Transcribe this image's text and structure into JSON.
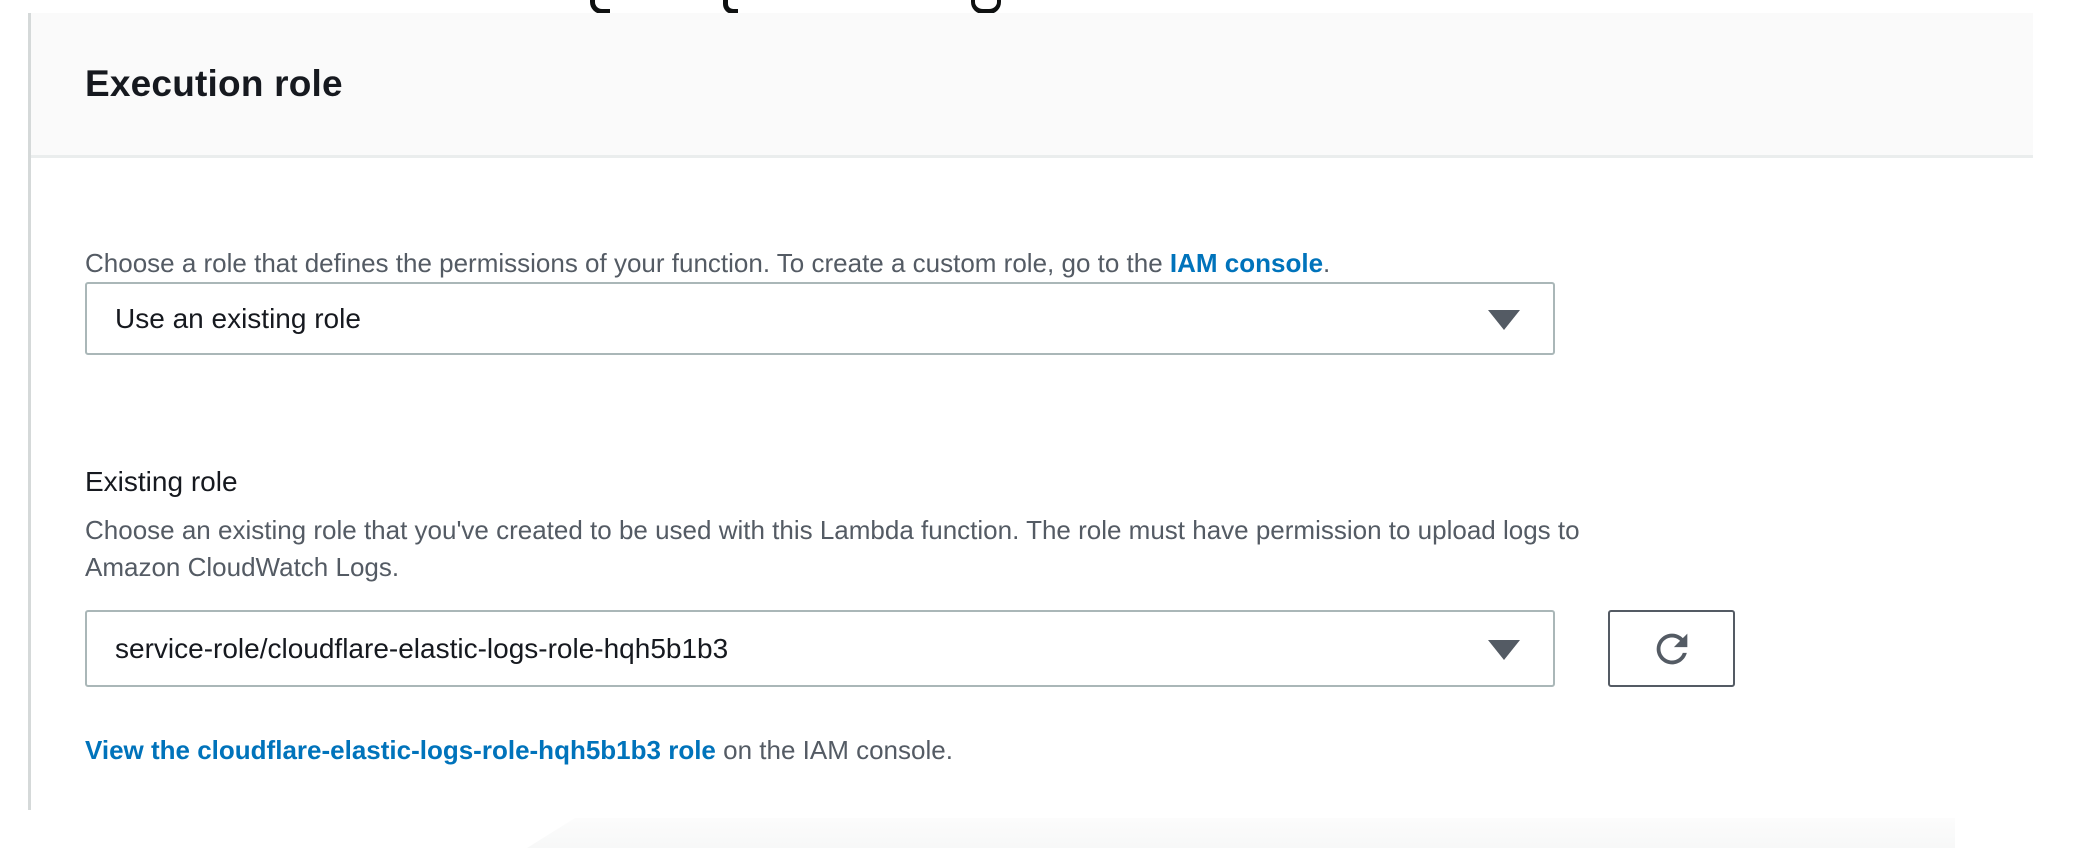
{
  "panel": {
    "title": "Execution role",
    "intro": {
      "text_before_link": "Choose a role that defines the permissions of your function. To create a custom role, go to the ",
      "link_text": "IAM console",
      "text_after_link": "."
    },
    "role_type_select": {
      "value": "Use an existing role"
    },
    "existing_role": {
      "label": "Existing role",
      "description_line1": "Choose an existing role that you've created to be used with this Lambda function. The role must have permission to upload logs to",
      "description_line2": "Amazon CloudWatch Logs.",
      "select_value": "service-role/cloudflare-elastic-logs-role-hqh5b1b3"
    },
    "view_role": {
      "link_text": "View the cloudflare-elastic-logs-role-hqh5b1b3 role",
      "suffix_text": " on the IAM console."
    }
  },
  "icons": {
    "caret": "caret-down-icon",
    "refresh": "refresh-icon"
  },
  "colors": {
    "link_blue": "#0073bb",
    "text_dark": "#16191f",
    "text_gray": "#545b64",
    "input_border": "#aab7b8",
    "button_border": "#545b64",
    "header_bg": "#fafafa",
    "divider": "#eaeded",
    "panel_left_border": "#d5d9d9"
  }
}
